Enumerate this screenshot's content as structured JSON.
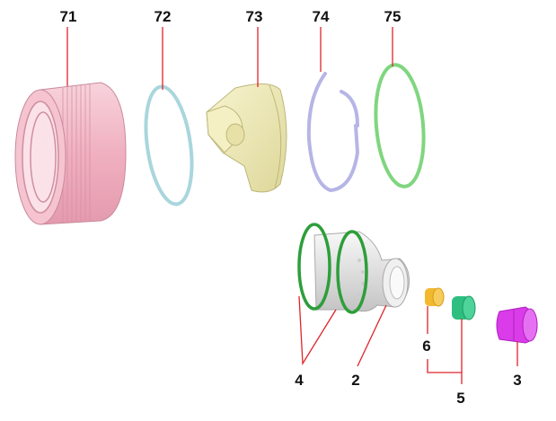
{
  "diagram": {
    "title": "Exploded view of connector assembly",
    "labels": {
      "l71": "71",
      "l72": "72",
      "l73": "73",
      "l74": "74",
      "l75": "75",
      "l4": "4",
      "l2": "2",
      "l6": "6",
      "l5": "5",
      "l3": "3"
    },
    "colors": {
      "leader": "#e0242a",
      "part71": "#f2b8c6",
      "part72": "#a9d6dd",
      "part73": "#efeab8",
      "part74": "#b8b8e8",
      "part75": "#7fd67f",
      "part2": "#e6e6e6",
      "part4": "#2e9e3a",
      "part6": "#f2b82e",
      "part5": "#2ebf80",
      "part3": "#d93ce8"
    }
  }
}
